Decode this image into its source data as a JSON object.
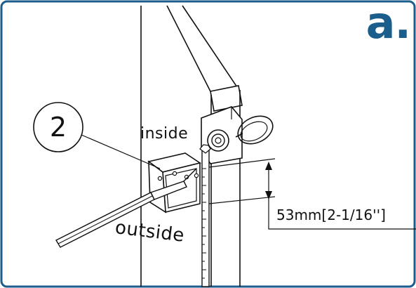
{
  "step_label": "a.",
  "callout_number": "2",
  "labels": {
    "inside": "inside",
    "outside": "outside",
    "dimension": "53mm[2-1/16'']"
  },
  "colors": {
    "frame_border": "#1b5e8c",
    "step_label": "#1b5e8c",
    "line_art": "#111111",
    "background": "#ffffff"
  }
}
